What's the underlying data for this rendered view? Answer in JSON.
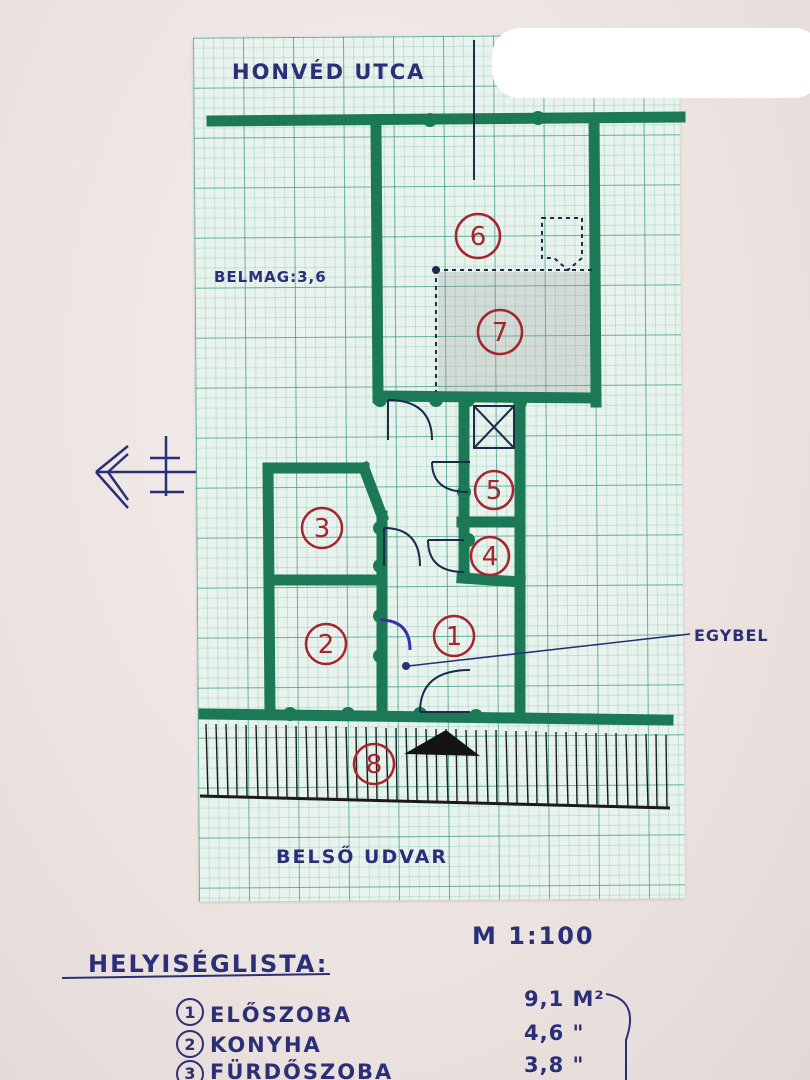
{
  "labels": {
    "street": "HONVÉD UTCA",
    "ceiling_height": "BELMAG:3,6",
    "inner_courtyard": "BELSŐ UDVAR",
    "scale": "M 1:100",
    "connected_note": "EGYBEL",
    "room_list_title": "HELYISÉGLISTA:"
  },
  "rooms": [
    {
      "num": "1",
      "name": "ELŐSZOBA",
      "area": "9,1 M²"
    },
    {
      "num": "2",
      "name": "KONYHA",
      "area": "4,6 \""
    },
    {
      "num": "3",
      "name": "FÜRDŐSZOBA",
      "area": "3,8 \""
    }
  ],
  "plan_numbers": [
    "1",
    "2",
    "3",
    "4",
    "5",
    "6",
    "7",
    "8"
  ],
  "colors": {
    "wall_green": "#1b7a55",
    "ink_blue": "#2a2f78",
    "ink_red": "#a8242c",
    "grid_green": "#1e8c6e"
  }
}
